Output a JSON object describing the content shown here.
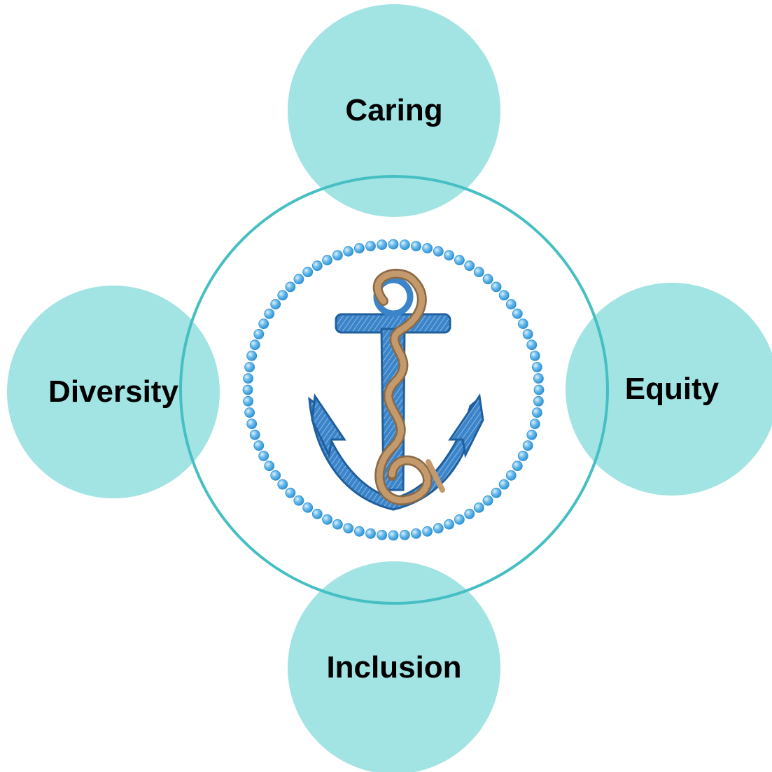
{
  "diagram": {
    "petals": [
      {
        "id": "top",
        "label": "Caring"
      },
      {
        "id": "right",
        "label": "Equity"
      },
      {
        "id": "bottom",
        "label": "Inclusion"
      },
      {
        "id": "left",
        "label": "Diversity"
      }
    ],
    "center": {
      "emblem_icon": "anchor-icon",
      "border": "bead-ring"
    }
  },
  "colors": {
    "petal_fill": "#a2e3e3",
    "ring_stroke": "#45bfc3",
    "bead": "#45a9e0",
    "anchor": "#3b84c9",
    "anchor_dark": "#1f5f9e",
    "rope": "#c49a6c",
    "rope_dark": "#8a6a46"
  }
}
